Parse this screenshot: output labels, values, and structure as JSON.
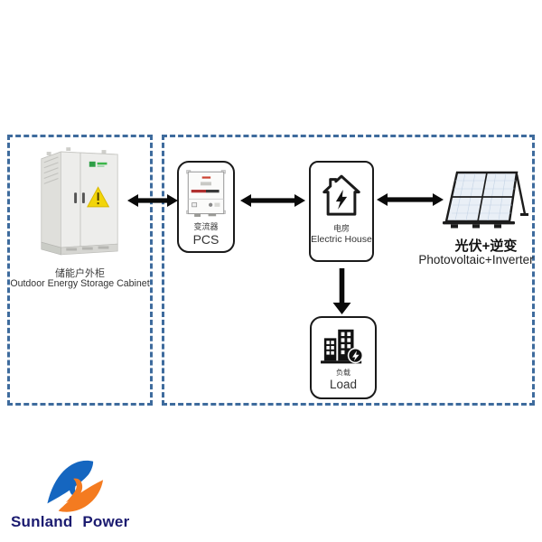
{
  "diagram": {
    "storage_section": {
      "cabinet_label_zh": "储能户外柜",
      "cabinet_label_en": "Outdoor Energy Storage Cabinet"
    },
    "system_section": {
      "pcs": {
        "device_label_zh": "变流器",
        "label_en": "PCS"
      },
      "electric_house": {
        "label_zh": "电房",
        "label_en": "Electric House"
      },
      "photovoltaic": {
        "label_zh": "光伏+逆变",
        "label_en": "Photovoltaic+Inverter"
      },
      "load": {
        "label_zh": "负载",
        "label_en": "Load"
      }
    }
  },
  "branding": {
    "company_name": "Sunland Power"
  },
  "colors": {
    "dashed_border": "#3e6b9d",
    "arrow_black": "#0a0a0a",
    "warning_yellow": "#f2d50a",
    "cabinet_body": "#ededeb",
    "cabinet_side": "#dfdfdb",
    "cabinet_logo_green": "#2e9e46",
    "panel_cell": "#e9eff6",
    "logo_blue": "#1566c0",
    "logo_orange": "#f47b20",
    "logo_text": "#1b1b70"
  }
}
